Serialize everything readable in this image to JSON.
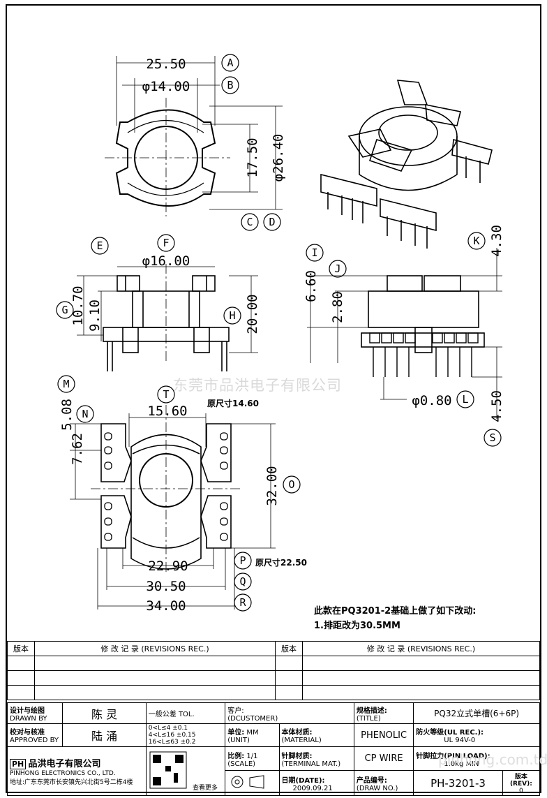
{
  "dimensions": {
    "top_view": [
      "25.50",
      "φ14.00",
      "17.50",
      "φ26.40"
    ],
    "side_view": [
      "φ16.00",
      "10.70",
      "9.10",
      "20.00"
    ],
    "right_view": [
      "6.60",
      "2.80",
      "4.30",
      "φ0.80",
      "4.50"
    ],
    "bottom_view": [
      "15.60",
      "5.08",
      "7.62",
      "32.00",
      "22.90",
      "30.50",
      "34.00"
    ]
  },
  "markers": [
    "A",
    "B",
    "C",
    "D",
    "E",
    "F",
    "G",
    "H",
    "I",
    "J",
    "K",
    "L",
    "M",
    "N",
    "T",
    "O",
    "P",
    "Q",
    "R",
    "S"
  ],
  "annotations": {
    "orig_t": "原尺寸14.60",
    "orig_p": "原尺寸22.50",
    "change_title": "此款在PQ3201-2基础上做了如下改动:",
    "change_1": "1.排距改为30.5MM",
    "watermark": "东莞市品洪电子有限公司",
    "watermark2": "pinhong.com.td"
  },
  "revision_table": {
    "col1": "版本",
    "col2": "修 改 记 录 (REVISIONS REC.)",
    "col3": "版本",
    "col4": "修 改 记 录 (REVISIONS REC.)"
  },
  "title_block": {
    "designer_label": "设计与绘图",
    "designer_label_en": "DRAWN BY",
    "designer": "陈 灵",
    "checker_label": "校对与核准",
    "checker_label_en": "APPROVED BY",
    "checker": "陆 涌",
    "tol_label": "一般公差 TOL.",
    "tol_1": "0<L≤4",
    "tol_1v": "±0.1",
    "tol_2": "4<L≤16",
    "tol_2v": "±0.15",
    "tol_3": "16<L≤63",
    "tol_3v": "±0.2",
    "customer_label": "客户:",
    "customer_label_en": "(DCUSTOMER)",
    "unit_label": "单位:",
    "unit_label_en": "(UNIT)",
    "unit": "MM",
    "scale_label": "比例:",
    "scale_label_en": "(SCALE)",
    "scale": "1/1",
    "material_label": "本体材质:",
    "material_label_en": "(MATERIAL)",
    "material": "PHENOLIC",
    "terminal_label": "针脚材质:",
    "terminal_label_en": "(TERMINAL MAT.)",
    "terminal": "CP WIRE",
    "date_label": "日期(DATE):",
    "date": "2009.09.21",
    "spec_label": "规格描述:",
    "spec_label_en": "(TITLE)",
    "spec": "PQ32立式单槽(6+6P)",
    "ul_label": "防火等级(UL REC.):",
    "ul": "UL 94V-0",
    "pin_load_label": "针脚拉力(PIN LOAD):",
    "pin_load": "1.0kg MIN",
    "drawno_label": "产品编号:",
    "drawno_label_en": "(DRAW NO.)",
    "drawno": "PH-3201-3",
    "rev_label": "版本(REV):",
    "rev": "0",
    "company": "品洪电子有限公司",
    "company_en": "PINHONG ELECTRONICS CO., LTD.",
    "address": "地址:广东东莞市长安镇先兴北街5号二栋4楼",
    "qr_side": "查看更多"
  }
}
